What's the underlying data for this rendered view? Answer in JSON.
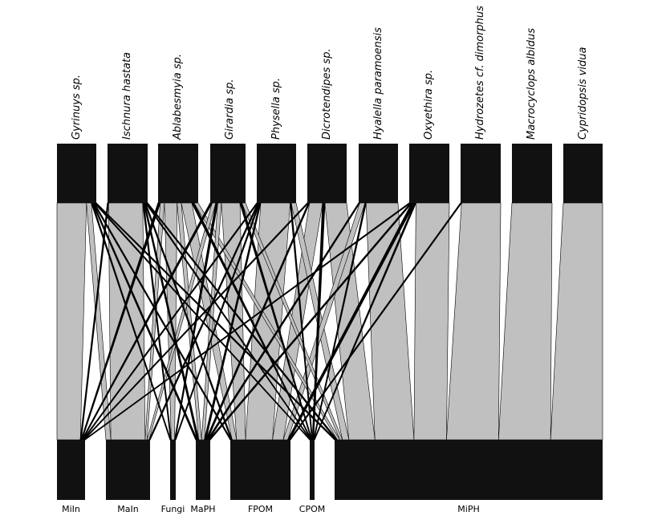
{
  "consumers": [
    {
      "id": "gyr",
      "name": "Gyrinuys sp."
    },
    {
      "id": "isc",
      "name": "Ischnura hastata"
    },
    {
      "id": "abl",
      "name": "Ablabesmyia sp."
    },
    {
      "id": "gir",
      "name": "Girardia sp."
    },
    {
      "id": "phy",
      "name": "Physella sp."
    },
    {
      "id": "dic",
      "name": "Dicrotendipes sp."
    },
    {
      "id": "hya",
      "name": "Hyalella paramoensis"
    },
    {
      "id": "oxy",
      "name": "Oxyethira sp."
    },
    {
      "id": "hyd",
      "name": "Hydrozetes cf. dimorphus"
    },
    {
      "id": "mac",
      "name": "Macrocyclops albidus"
    },
    {
      "id": "cyp",
      "name": "Cypridopsis vidua"
    }
  ],
  "resources": [
    {
      "id": "miln",
      "name": "MiIn"
    },
    {
      "id": "maln",
      "name": "MaIn"
    },
    {
      "id": "fungi",
      "name": "Fungi"
    },
    {
      "id": "maph",
      "name": "MaPH"
    },
    {
      "id": "fpom",
      "name": "FPOM"
    },
    {
      "id": "cpom",
      "name": "CPOM"
    },
    {
      "id": "miph",
      "name": "MiPH"
    }
  ],
  "links": [
    {
      "c": "gyr",
      "r": "miln",
      "w": 0.3
    },
    {
      "c": "gyr",
      "r": "maln",
      "w": 0.05
    },
    {
      "c": "gyr",
      "r": "fungi",
      "w": 0.01
    },
    {
      "c": "gyr",
      "r": "maph",
      "w": 0.01
    },
    {
      "c": "gyr",
      "r": "fpom",
      "w": 0.01
    },
    {
      "c": "gyr",
      "r": "cpom",
      "w": 0.01
    },
    {
      "c": "gyr",
      "r": "miph",
      "w": 0.01
    },
    {
      "c": "isc",
      "r": "miln",
      "w": 0.01
    },
    {
      "c": "isc",
      "r": "maln",
      "w": 0.35
    },
    {
      "c": "isc",
      "r": "fungi",
      "w": 0.01
    },
    {
      "c": "isc",
      "r": "maph",
      "w": 0.01
    },
    {
      "c": "isc",
      "r": "fpom",
      "w": 0.01
    },
    {
      "c": "isc",
      "r": "cpom",
      "w": 0.01
    },
    {
      "c": "isc",
      "r": "miph",
      "w": 0.01
    },
    {
      "c": "abl",
      "r": "miln",
      "w": 0.01
    },
    {
      "c": "abl",
      "r": "maln",
      "w": 0.02
    },
    {
      "c": "abl",
      "r": "fungi",
      "w": 0.06
    },
    {
      "c": "abl",
      "r": "maph",
      "w": 0.02
    },
    {
      "c": "abl",
      "r": "fpom",
      "w": 0.05
    },
    {
      "c": "abl",
      "r": "cpom",
      "w": 0.01
    },
    {
      "c": "abl",
      "r": "miph",
      "w": 0.02
    },
    {
      "c": "gir",
      "r": "miln",
      "w": 0.01
    },
    {
      "c": "gir",
      "r": "maln",
      "w": 0.02
    },
    {
      "c": "gir",
      "r": "fungi",
      "w": 0.01
    },
    {
      "c": "gir",
      "r": "maph",
      "w": 0.02
    },
    {
      "c": "gir",
      "r": "fpom",
      "w": 0.1
    },
    {
      "c": "gir",
      "r": "cpom",
      "w": 0.01
    },
    {
      "c": "gir",
      "r": "miph",
      "w": 0.02
    },
    {
      "c": "phy",
      "r": "miln",
      "w": 0.01
    },
    {
      "c": "phy",
      "r": "maln",
      "w": 0.01
    },
    {
      "c": "phy",
      "r": "fungi",
      "w": 0.01
    },
    {
      "c": "phy",
      "r": "maph",
      "w": 0.01
    },
    {
      "c": "phy",
      "r": "fpom",
      "w": 0.3
    },
    {
      "c": "phy",
      "r": "cpom",
      "w": 0.01
    },
    {
      "c": "phy",
      "r": "miph",
      "w": 0.05
    },
    {
      "c": "dic",
      "r": "miln",
      "w": 0.01
    },
    {
      "c": "dic",
      "r": "maph",
      "w": 0.01
    },
    {
      "c": "dic",
      "r": "fpom",
      "w": 0.12
    },
    {
      "c": "dic",
      "r": "cpom",
      "w": 0.02
    },
    {
      "c": "dic",
      "r": "miph",
      "w": 0.2
    },
    {
      "c": "hya",
      "r": "maph",
      "w": 0.01
    },
    {
      "c": "hya",
      "r": "fpom",
      "w": 0.05
    },
    {
      "c": "hya",
      "r": "cpom",
      "w": 0.01
    },
    {
      "c": "hya",
      "r": "miph",
      "w": 0.3
    },
    {
      "c": "oxy",
      "r": "miln",
      "w": 0.01
    },
    {
      "c": "oxy",
      "r": "maph",
      "w": 0.01
    },
    {
      "c": "oxy",
      "r": "fpom",
      "w": 0.02
    },
    {
      "c": "oxy",
      "r": "cpom",
      "w": 0.01
    },
    {
      "c": "oxy",
      "r": "miph",
      "w": 0.25
    },
    {
      "c": "hyd",
      "r": "fpom",
      "w": 0.01
    },
    {
      "c": "hyd",
      "r": "miph",
      "w": 0.4
    },
    {
      "c": "mac",
      "r": "miph",
      "w": 0.4
    },
    {
      "c": "cyp",
      "r": "miph",
      "w": 0.4
    }
  ],
  "colors": {
    "box": "#111111",
    "link": "#c0c0c0",
    "link_stroke": "#000000",
    "background": "#ffffff"
  }
}
